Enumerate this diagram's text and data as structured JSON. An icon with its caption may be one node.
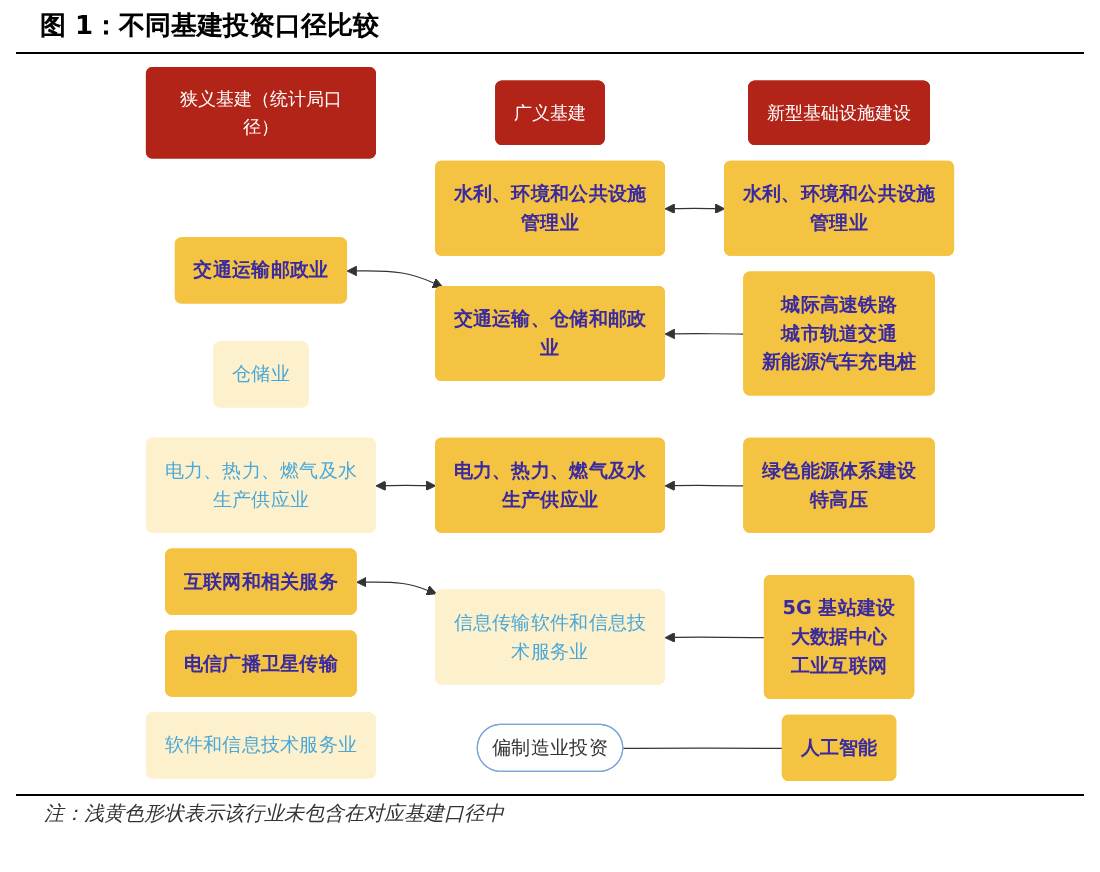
{
  "diagram": {
    "title": "图 1：不同基建投资口径比较",
    "nodes": [
      {
        "text": [
          "狭义基建（统计局口径）"
        ]
      },
      {
        "text": [
          "广义基建"
        ]
      },
      {
        "text": [
          "新型基础设施建设"
        ]
      },
      {
        "text": [
          "水利、环境和公共设施管理业"
        ]
      },
      {
        "text": [
          "水利、环境和公共设施管理业"
        ]
      },
      {
        "text": [
          "交通运输邮政业"
        ]
      },
      {
        "text": [
          "仓储业"
        ]
      },
      {
        "text": [
          "交通运输、仓储和邮政业"
        ]
      },
      {
        "text": [
          "城际高速铁路",
          "城市轨道交通",
          "新能源汽车充电桩"
        ]
      },
      {
        "text": [
          "电力、热力、燃气及水生产供应业"
        ]
      },
      {
        "text": [
          "电力、热力、燃气及水生产供应业"
        ]
      },
      {
        "text": [
          "绿色能源体系建设",
          "特高压"
        ]
      },
      {
        "text": [
          "电信广播卫星传输"
        ]
      },
      {
        "text": [
          "互联网和相关服务"
        ]
      },
      {
        "text": [
          "软件和信息技术服务业"
        ]
      },
      {
        "text": [
          "信息传输软件和信息技术服务业"
        ]
      },
      {
        "text": [
          "5G 基站建设",
          "大数据中心",
          "工业互联网"
        ]
      },
      {
        "text": [
          "人工智能"
        ]
      },
      {
        "text": [
          "偏制造业投资"
        ]
      }
    ],
    "edges": [
      {
        "from": 3,
        "to": 4,
        "arrow": "both"
      },
      {
        "from": 5,
        "to": 7,
        "arrow": "both"
      },
      {
        "from": 8,
        "to": 7,
        "arrow": "to"
      },
      {
        "from": 9,
        "to": 10,
        "arrow": "both"
      },
      {
        "from": 11,
        "to": 10,
        "arrow": "to"
      },
      {
        "from": 13,
        "to": 15,
        "arrow": "both"
      },
      {
        "from": 16,
        "to": 15,
        "arrow": "to"
      },
      {
        "from": 18,
        "to": 17,
        "arrow": "none"
      }
    ],
    "labels": [
      "注：浅黄色形状表示该行业未包含在对应基建口径中"
    ]
  }
}
